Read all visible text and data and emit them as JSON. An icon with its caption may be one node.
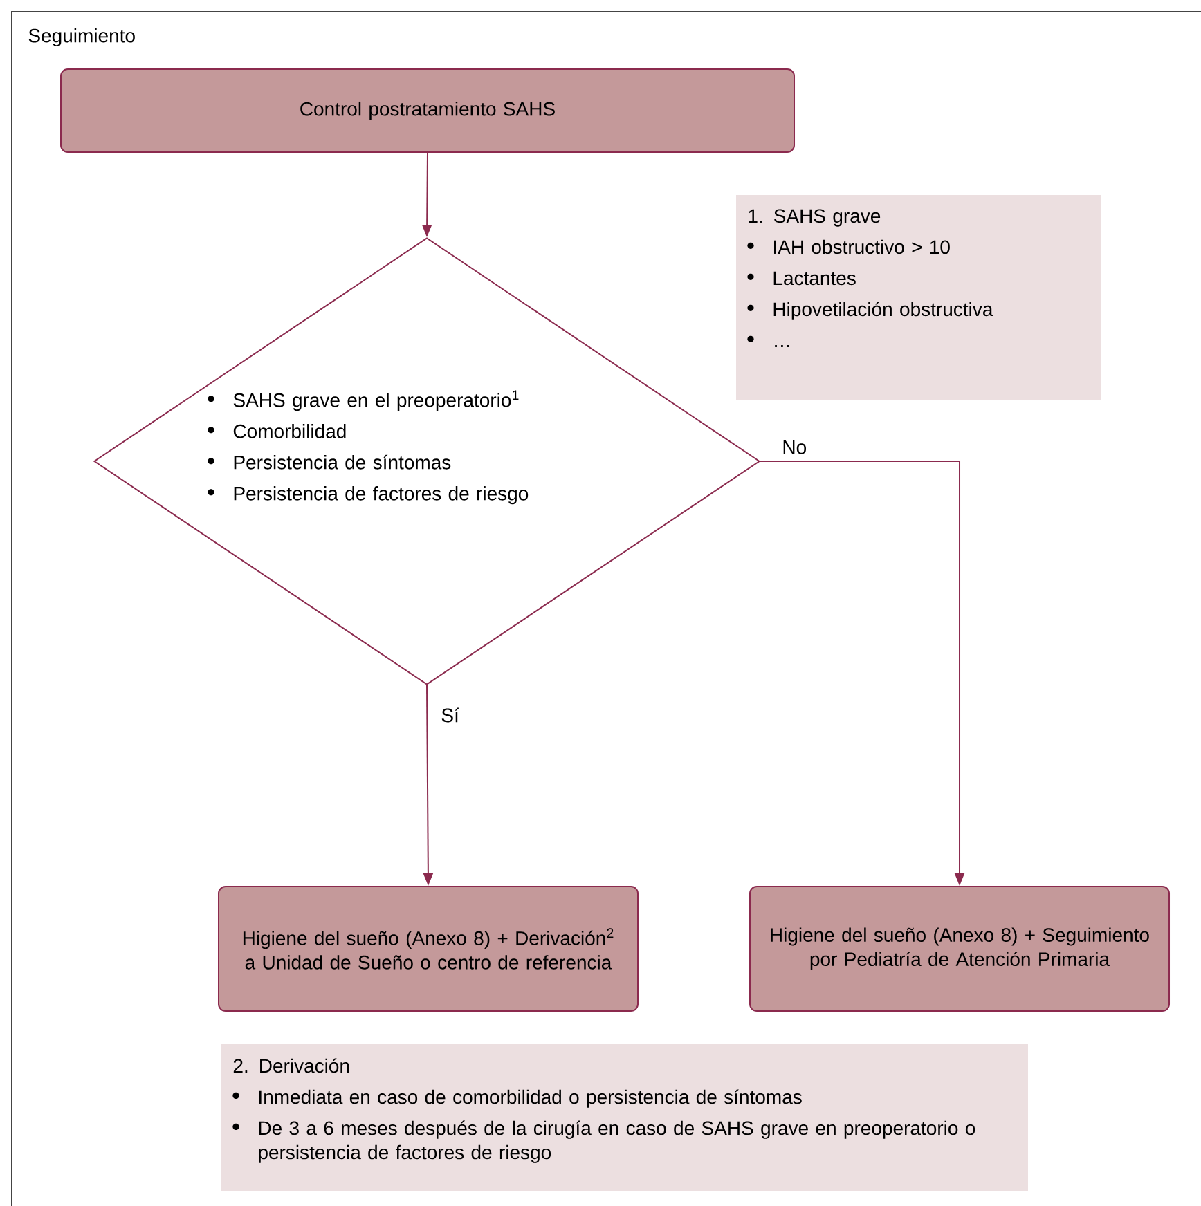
{
  "diagram": {
    "nodes": [
      {
        "text": [
          "Seguimiento"
        ]
      },
      {
        "text": [
          "Control postratamiento SAHS"
        ],
        "in": 0
      },
      {
        "text": [
          "1. SAHS grave",
          "IAH obstructivo > 10",
          "Lactantes",
          "Hipovetilación obstructiva",
          "…"
        ],
        "in": 0
      },
      {
        "text": [
          "SAHS grave en el preoperatorio$^{1}$",
          "Comorbilidad",
          "Persistencia de síntomas",
          "Persistencia de factores de riesgo"
        ],
        "in": 0
      },
      {
        "text": [
          "Higiene del sueño (Anexo 8) + Derivación$^{2}$ a Unidad de Sueño o centro de referencia"
        ],
        "in": 0
      },
      {
        "text": [
          "Higiene del sueño (Anexo 8) + Seguimiento por Pediatría de Atención Primaria"
        ],
        "in": 0
      },
      {
        "text": [
          "2. Derivación",
          "Inmediata en caso de comorbilidad o persistencia de síntomas",
          "De 3 a 6 meses después de la cirugía en caso de SAHS grave en preoperatorio o persistencia de factores de riesgo"
        ],
        "in": 0
      }
    ],
    "edges": [
      {
        "from": 1,
        "to": 3,
        "arrow": "to"
      },
      {
        "from": 3,
        "to": 4,
        "arrow": "to",
        "label": "Sí"
      },
      {
        "from": 3,
        "to": 5,
        "arrow": "to",
        "label": "No"
      }
    ]
  }
}
